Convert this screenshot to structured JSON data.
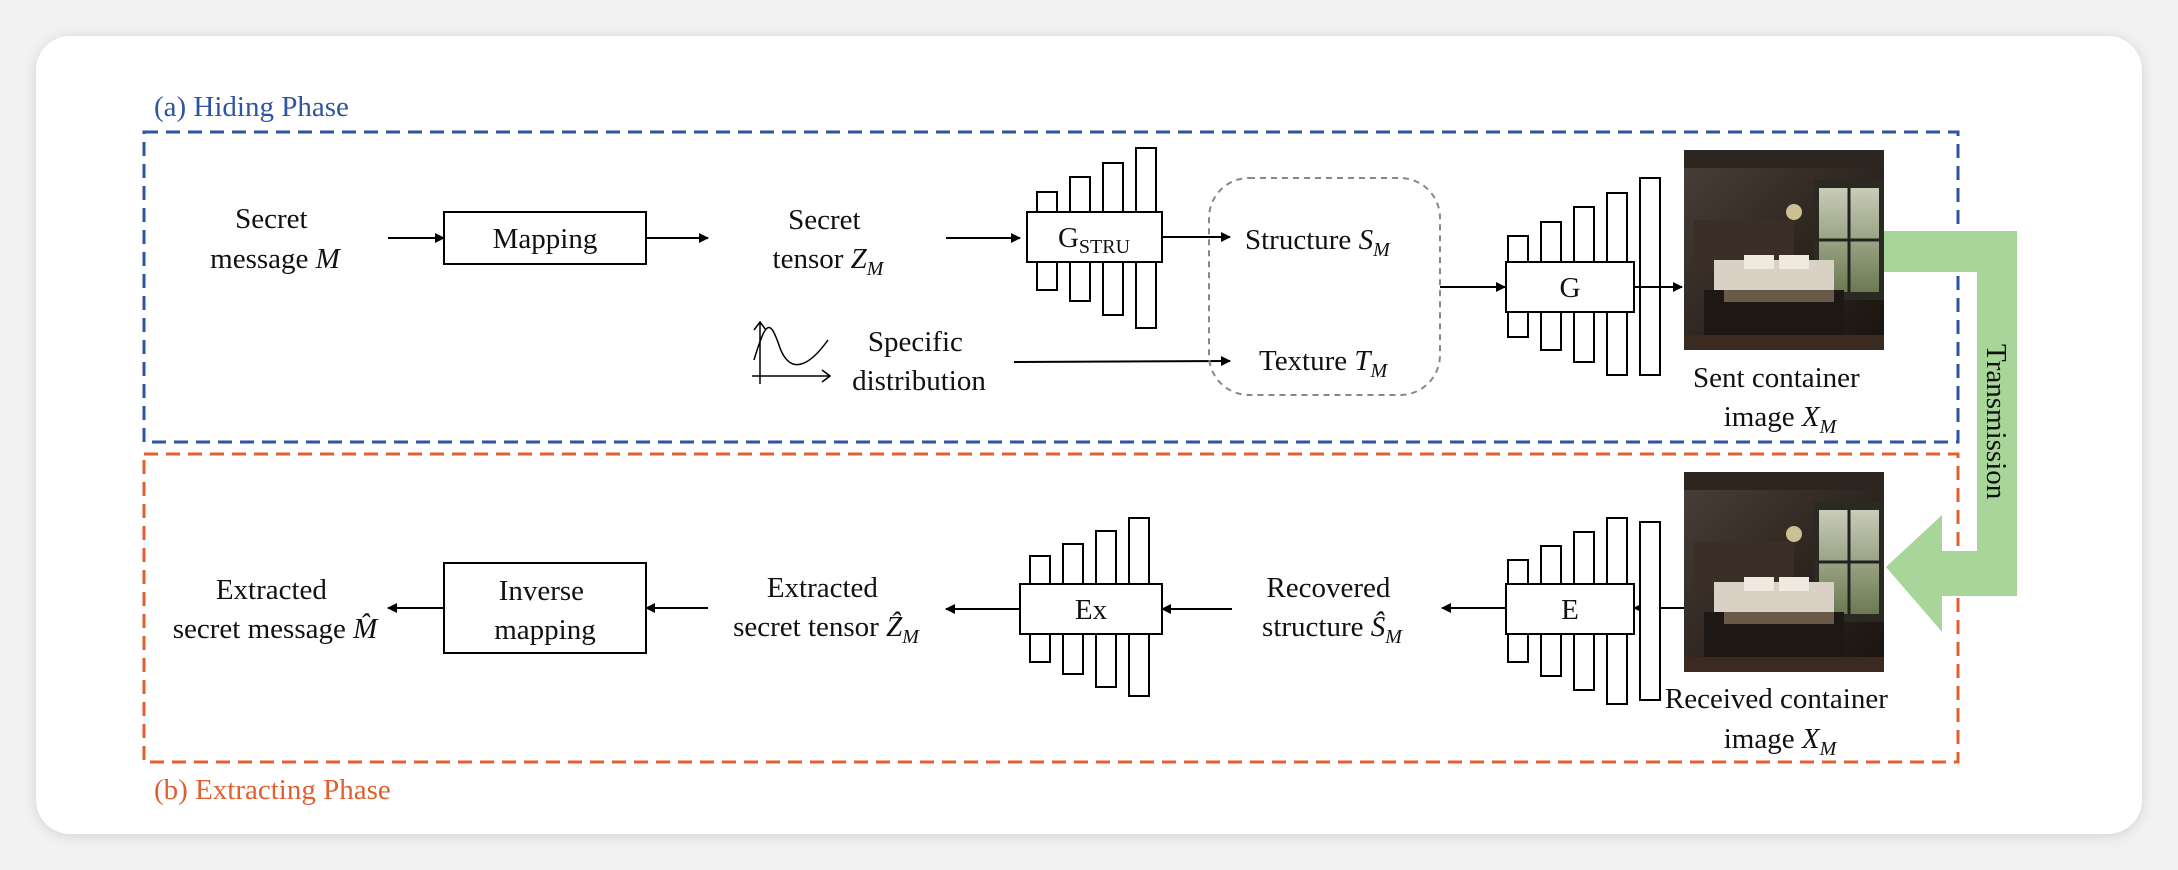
{
  "hiding_phase": {
    "title": "(a) Hiding Phase",
    "secret_message": [
      "Secret",
      "message "
    ],
    "mapping": "Mapping",
    "secret_tensor": [
      "Secret",
      "tensor "
    ],
    "g_stru": "G",
    "g_stru_sub": "STRU",
    "structure": "Structure ",
    "texture": "Texture ",
    "specific_distribution": [
      "Specific",
      "distribution"
    ],
    "g": "G",
    "sent_container": [
      "Sent container",
      "image "
    ]
  },
  "transmission": "Transmission",
  "extracting_phase": {
    "title": "(b) Extracting Phase",
    "extracted_message": [
      "Extracted",
      "secret message "
    ],
    "inverse_mapping": [
      "Inverse",
      "mapping"
    ],
    "extracted_tensor": [
      "Extracted",
      "secret tensor "
    ],
    "ex": "Ex",
    "recovered_structure": [
      "Recovered",
      "structure "
    ],
    "e": "E",
    "received_container": [
      "Received container",
      "image "
    ]
  },
  "symbols": {
    "M": "M",
    "Z": "Z",
    "S": "S",
    "T": "T",
    "X": "X",
    "sub_M": "M",
    "hat_M": "M̂",
    "hat_Z": "Ẑ",
    "hat_S": "Ŝ"
  },
  "colors": {
    "hiding": "#2e55a3",
    "extracting": "#e06030",
    "transmission_arrow": "#a8d59a"
  }
}
